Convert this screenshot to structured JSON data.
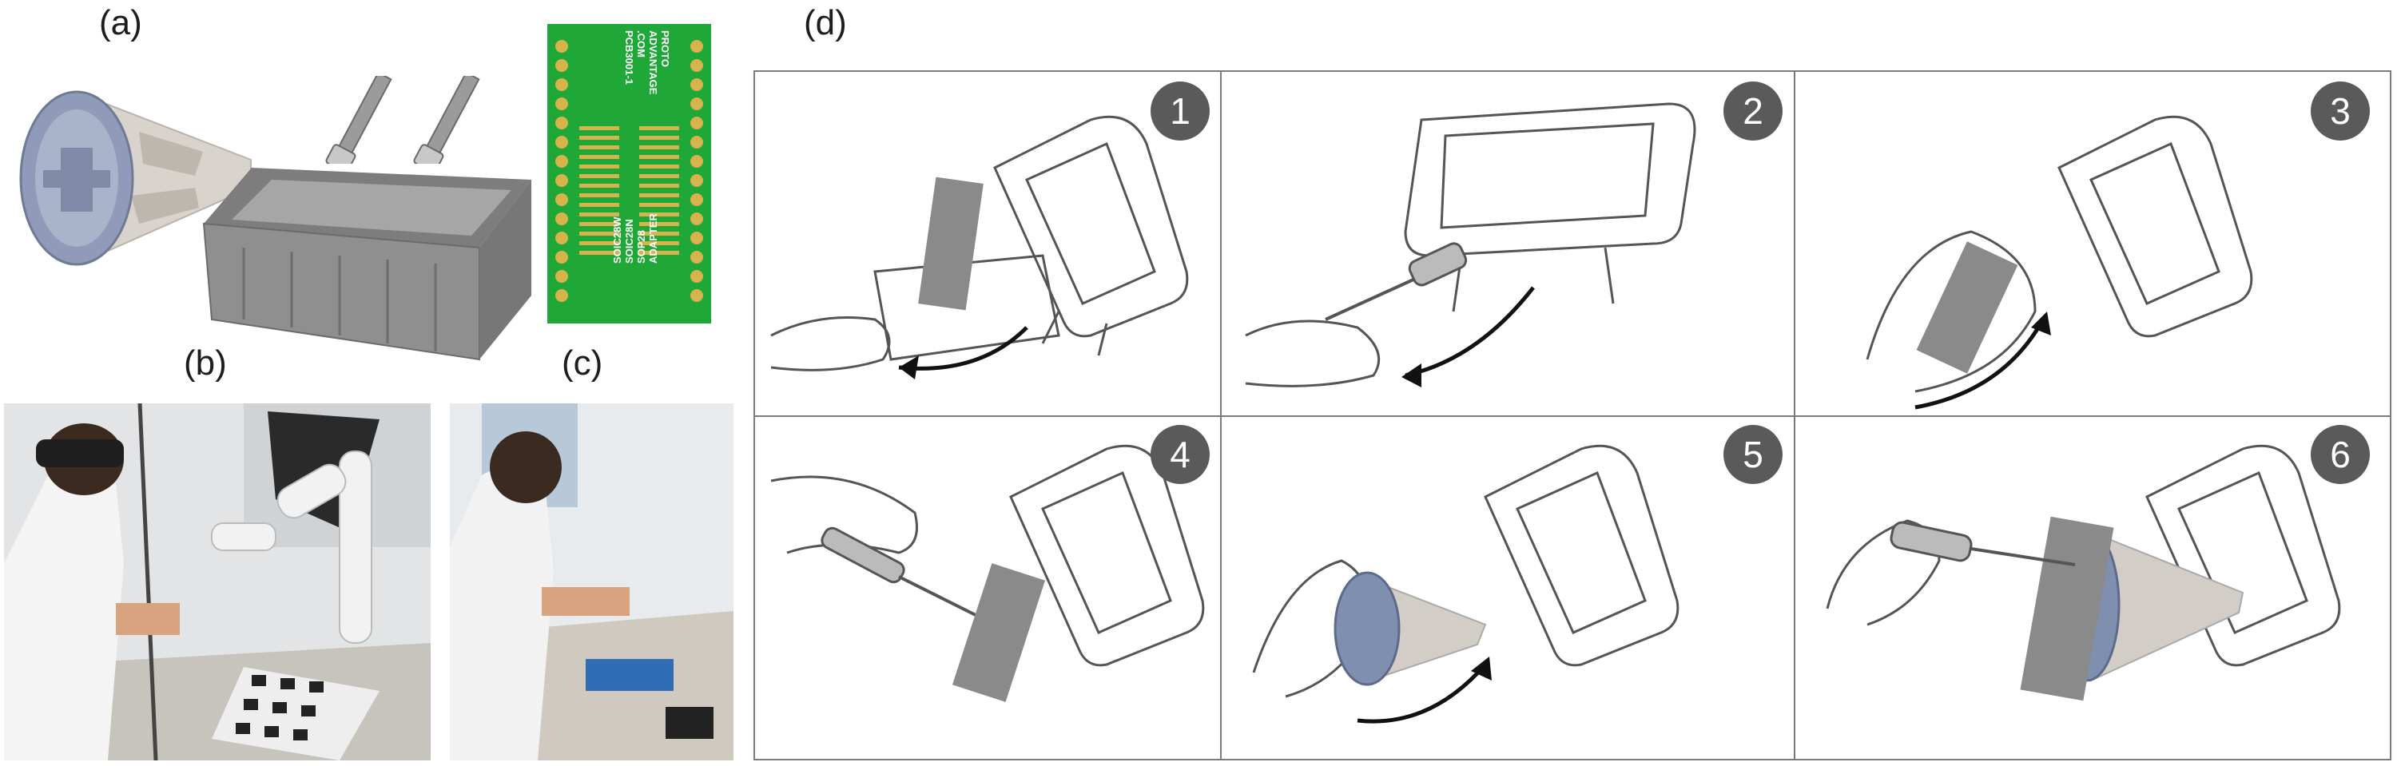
{
  "panels": {
    "a": {
      "label": "(a)"
    },
    "b": {
      "label": "(b)"
    },
    "c": {
      "label": "(c)"
    },
    "d": {
      "label": "(d)"
    }
  },
  "pcb": {
    "lines_left": [
      "PROTO",
      "ADVANTAGE",
      ".COM",
      "PCB3001-1"
    ],
    "lines_right": [
      "SOIC28W",
      "SOIC28N",
      "SOP28",
      "ADAPTER"
    ],
    "board_color": "#1fa838",
    "pad_color": "#d8b24a"
  },
  "steps": [
    {
      "number": "1"
    },
    {
      "number": "2"
    },
    {
      "number": "3"
    },
    {
      "number": "4"
    },
    {
      "number": "5"
    },
    {
      "number": "6"
    }
  ],
  "colors": {
    "badge": "#5a5a5a",
    "cone": "#c9c4be",
    "cone_face": "#7f8fb0",
    "box": "#8c8c8c",
    "grid_border": "#7a7a7a"
  }
}
